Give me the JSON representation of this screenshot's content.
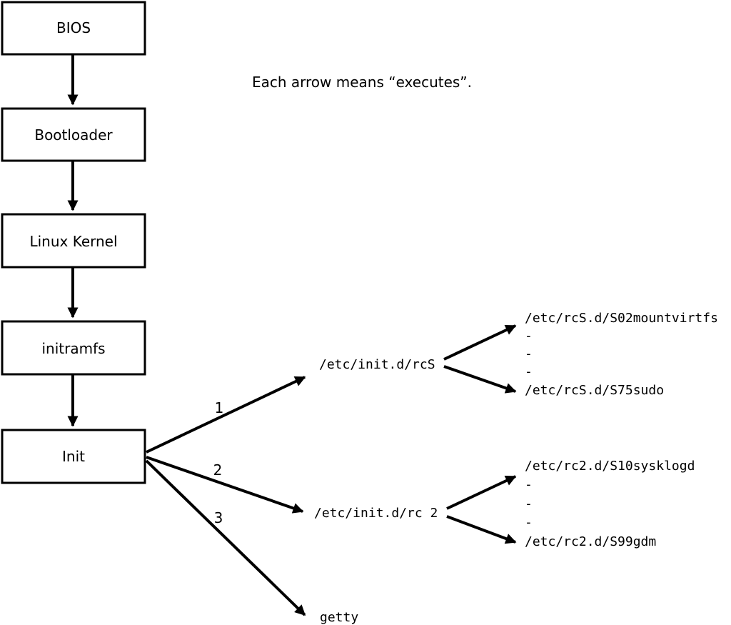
{
  "caption": "Each arrow means “executes”.",
  "flow_boxes": [
    {
      "label": "BIOS"
    },
    {
      "label": "Bootloader"
    },
    {
      "label": "Linux Kernel"
    },
    {
      "label": "initramfs"
    },
    {
      "label": "Init"
    }
  ],
  "branches": [
    {
      "label": "1",
      "target": "/etc/init.d/rcS",
      "children": [
        "/etc/rcS.d/S02mountvirtfs",
        "-",
        "-",
        "-",
        "/etc/rcS.d/S75sudo"
      ]
    },
    {
      "label": "2",
      "target": "/etc/init.d/rc 2",
      "children": [
        "/etc/rc2.d/S10sysklogd",
        "-",
        "-",
        "-",
        "/etc/rc2.d/S99gdm"
      ]
    },
    {
      "label": "3",
      "target": "getty",
      "children": []
    }
  ],
  "colors": {
    "line": "#000000",
    "box_fill": "#ffffff",
    "background": "#ffffff"
  }
}
